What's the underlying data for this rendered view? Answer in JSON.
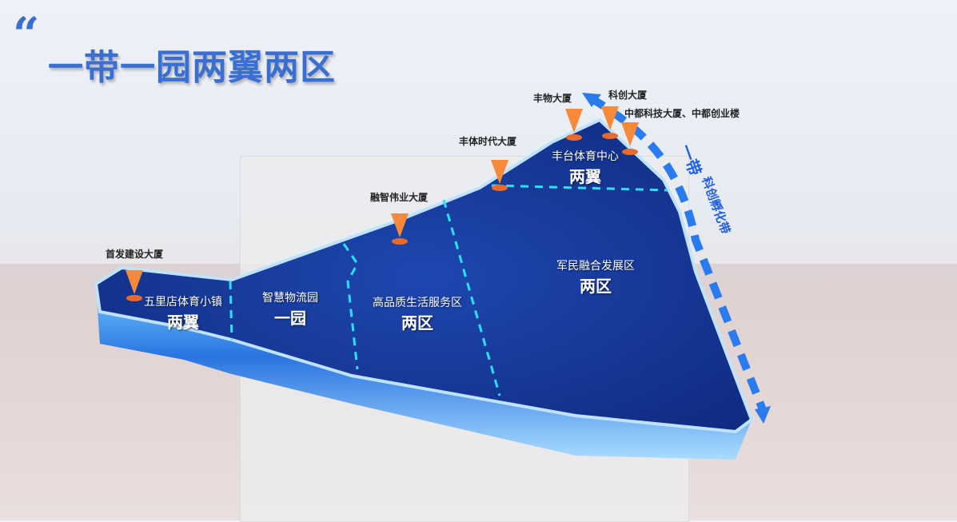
{
  "title": "一带一园两翼两区",
  "buildings": [
    {
      "name": "首发建设大厦"
    },
    {
      "name": "融智伟业大厦"
    },
    {
      "name": "丰体时代大厦"
    },
    {
      "name": "丰物大厦"
    },
    {
      "name": "科创大厦"
    },
    {
      "name": "中都科技大厦、中都创业楼"
    }
  ],
  "zones": [
    {
      "name": "五里店体育小镇",
      "type": "两翼"
    },
    {
      "name": "智慧物流园",
      "type": "一园"
    },
    {
      "name": "高品质生活服务区",
      "type": "两区"
    },
    {
      "name": "军民融合发展区",
      "type": "两区"
    },
    {
      "name": "丰台体育中心",
      "type": "两翼"
    }
  ],
  "belt": {
    "main": "一带",
    "sub": "科创孵化带"
  },
  "colors": {
    "title": "#3a6fd1",
    "map": "#12308a",
    "divider": "#2ee0ff",
    "pin": "#f7893a",
    "belt": "#1f5fe6"
  }
}
